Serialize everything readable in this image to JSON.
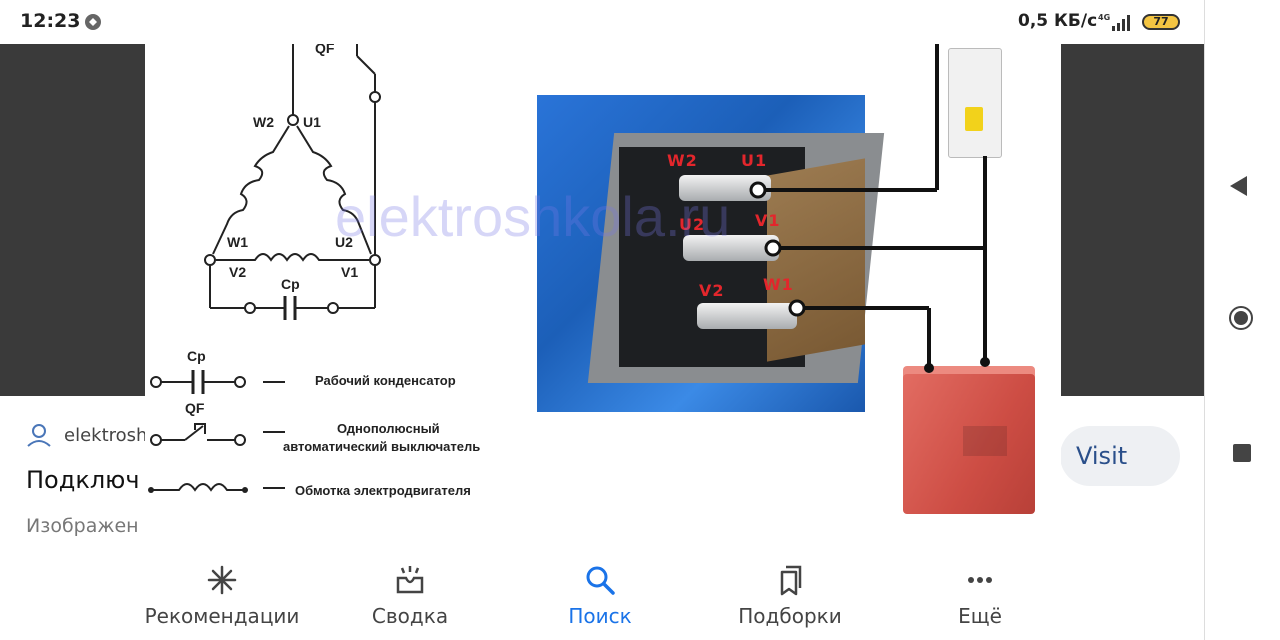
{
  "status_bar": {
    "time": "12:23",
    "network_speed": "0,5 КБ/с",
    "signal_type": "4G",
    "battery_level": "77"
  },
  "background_result": {
    "source": "elektrosh",
    "title": "Подключ",
    "subtitle": "Изображен",
    "visit_label": "Visit"
  },
  "image": {
    "watermark": "elektroshkola.ru",
    "terminal_labels": {
      "w2": "W2",
      "u1": "U1",
      "u2": "U2",
      "v1": "V1",
      "v2": "V2",
      "w1": "W1"
    },
    "schematic": {
      "qf": "QF",
      "w2": "W2",
      "u1": "U1",
      "w1": "W1",
      "u2": "U2",
      "v2": "V2",
      "v1": "V1",
      "cp": "Cp"
    },
    "legend": {
      "cp_symbol": "Cp",
      "cp_text": "Рабочий конденсатор",
      "qf_symbol": "QF",
      "qf_text_1": "Однополюсный",
      "qf_text_2": "автоматический выключатель",
      "winding_text": "Обмотка электродвигателя",
      "dash": "—"
    }
  },
  "tabs": [
    {
      "label": "Рекомендации",
      "icon": "sparkle-icon",
      "active": false
    },
    {
      "label": "Сводка",
      "icon": "inbox-icon",
      "active": false
    },
    {
      "label": "Поиск",
      "icon": "search-icon",
      "active": true
    },
    {
      "label": "Подборки",
      "icon": "collections-icon",
      "active": false
    },
    {
      "label": "Ещё",
      "icon": "more-icon",
      "active": false
    }
  ],
  "colors": {
    "accent": "#1a73e8",
    "terminal_label": "#e3262c",
    "backdrop": "#3a3a3a"
  }
}
